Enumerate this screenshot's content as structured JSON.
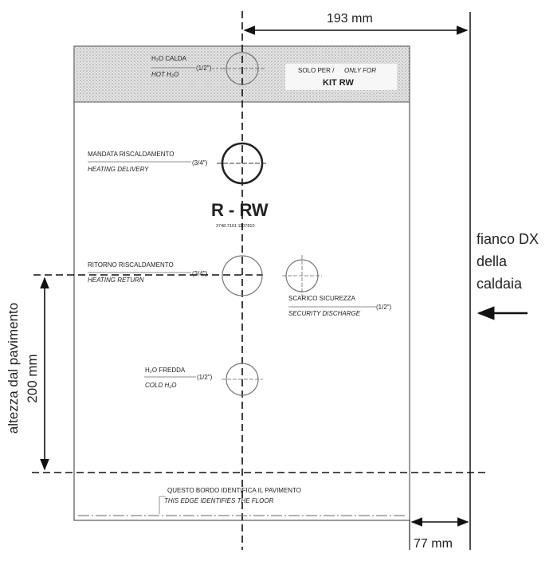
{
  "title_code": "R - RW",
  "code_number": "3748.7101 1107810",
  "top_strip": {
    "solo_per": "SOLO PER /",
    "only_for": "ONLY FOR",
    "kit": "KIT RW"
  },
  "connections": {
    "hot": {
      "it": "H₂O CALDA",
      "en": "HOT H₂O",
      "size": "(1/2\")"
    },
    "delivery": {
      "it": "MANDATA RISCALDAMENTO",
      "en": "HEATING DELIVERY",
      "size": "(3/4\")"
    },
    "return": {
      "it": "RITORNO RISCALDAMENTO",
      "en": "HEATING RETURN",
      "size": "(3/4\")"
    },
    "discharge": {
      "it": "SCARICO SICUREZZA",
      "en": "SECURITY DISCHARGE",
      "size": "(1/2\")"
    },
    "cold": {
      "it": "H₂O FREDDA",
      "en": "COLD H₂O",
      "size": "(1/2\")"
    }
  },
  "floor_edge": {
    "it": "QUESTO BORDO IDENTIFICA IL PAVIMENTO",
    "en": "THIS EDGE IDENTIFIES THE FLOOR"
  },
  "dimensions": {
    "top": "193 mm",
    "bottom": "77 mm",
    "height_value": "200 mm",
    "height_label": "altezza dal pavimento"
  },
  "side_label": {
    "line1": "fianco DX",
    "line2": "della",
    "line3": "caldaia"
  }
}
